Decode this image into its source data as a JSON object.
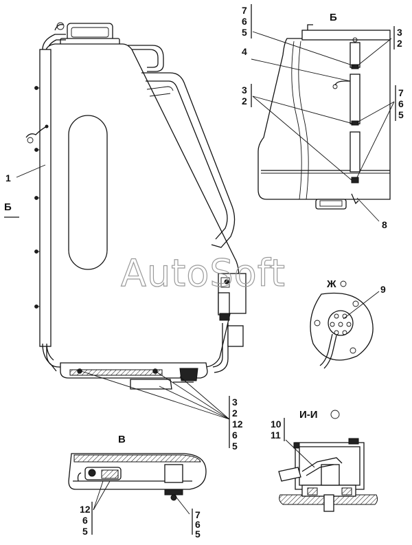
{
  "watermark": "AutoSoft",
  "views": {
    "b": "Б",
    "b_arrow": "Б",
    "v": "В",
    "zh": "Ж",
    "ii": "И-И"
  },
  "callouts": {
    "tank": "1",
    "top_left": [
      "7",
      "6",
      "5"
    ],
    "top_right": [
      "3",
      "2"
    ],
    "mid_4": "4",
    "mid_left": [
      "3",
      "2"
    ],
    "mid_right": [
      "7",
      "6",
      "5"
    ],
    "bottom_8": "8",
    "sensor_9": "9",
    "bottom_center": [
      "3",
      "2",
      "12",
      "6",
      "5"
    ],
    "v_left": [
      "12",
      "6",
      "5"
    ],
    "v_right": [
      "7",
      "6",
      "5"
    ],
    "ii_group": [
      "10",
      "11"
    ]
  }
}
